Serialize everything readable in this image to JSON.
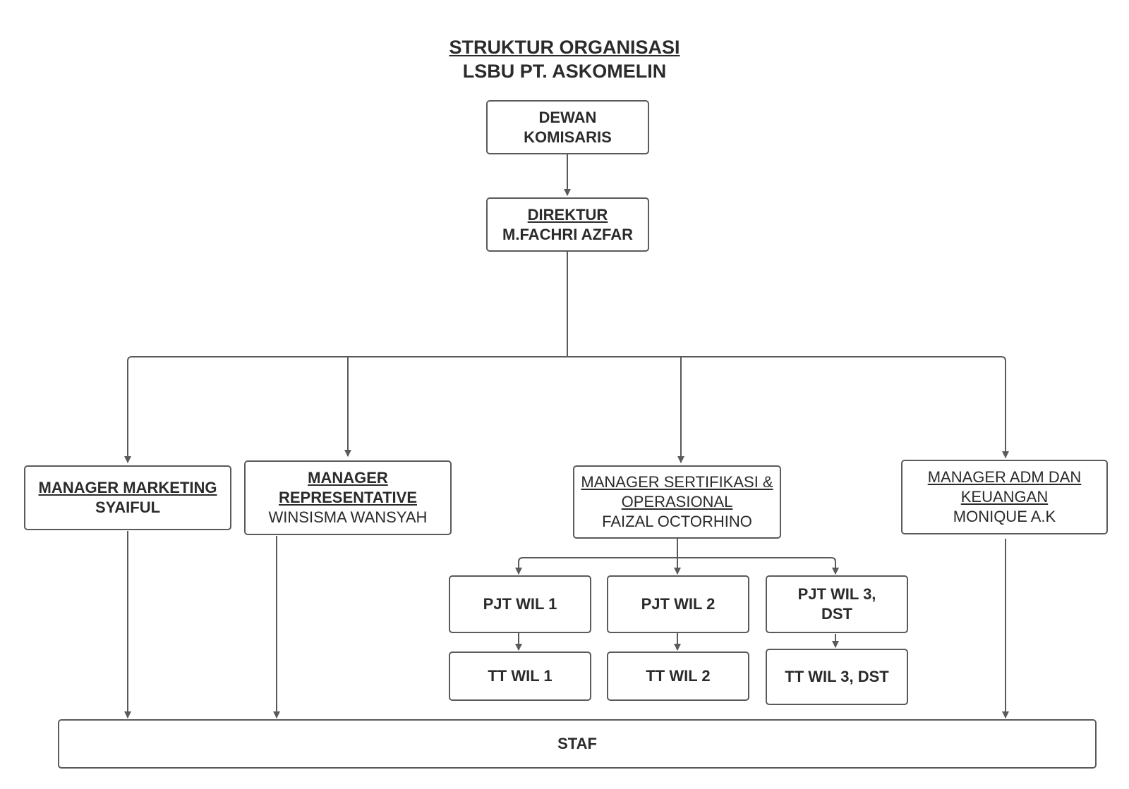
{
  "title": {
    "line1": "STRUKTUR ORGANISASI",
    "line2": "LSBU PT. ASKOMELIN"
  },
  "boxes": {
    "dewan_komisaris": {
      "line1": "DEWAN",
      "line2": "KOMISARIS"
    },
    "direktur": {
      "role": "DIREKTUR",
      "name": "M.FACHRI AZFAR"
    },
    "manager_marketing": {
      "role": "MANAGER MARKETING",
      "name": "SYAIFUL"
    },
    "manager_representative": {
      "role_line1": "MANAGER",
      "role_line2": "REPRESENTATIVE",
      "name": "WINSISMA WANSYAH"
    },
    "manager_sertifikasi": {
      "role_line1": "MANAGER SERTIFIKASI &",
      "role_line2": "OPERASIONAL",
      "name": "FAIZAL OCTORHINO"
    },
    "manager_adm": {
      "role_line1": "MANAGER ADM DAN",
      "role_line2": "KEUANGAN",
      "name": "MONIQUE A.K"
    },
    "pjt_wil_1": "PJT WIL 1",
    "pjt_wil_2": "PJT WIL 2",
    "pjt_wil_3": {
      "line1": "PJT WIL 3,",
      "line2": "DST"
    },
    "tt_wil_1": "TT WIL 1",
    "tt_wil_2": "TT WIL 2",
    "tt_wil_3": "TT WIL 3, DST",
    "staf": "STAF"
  }
}
